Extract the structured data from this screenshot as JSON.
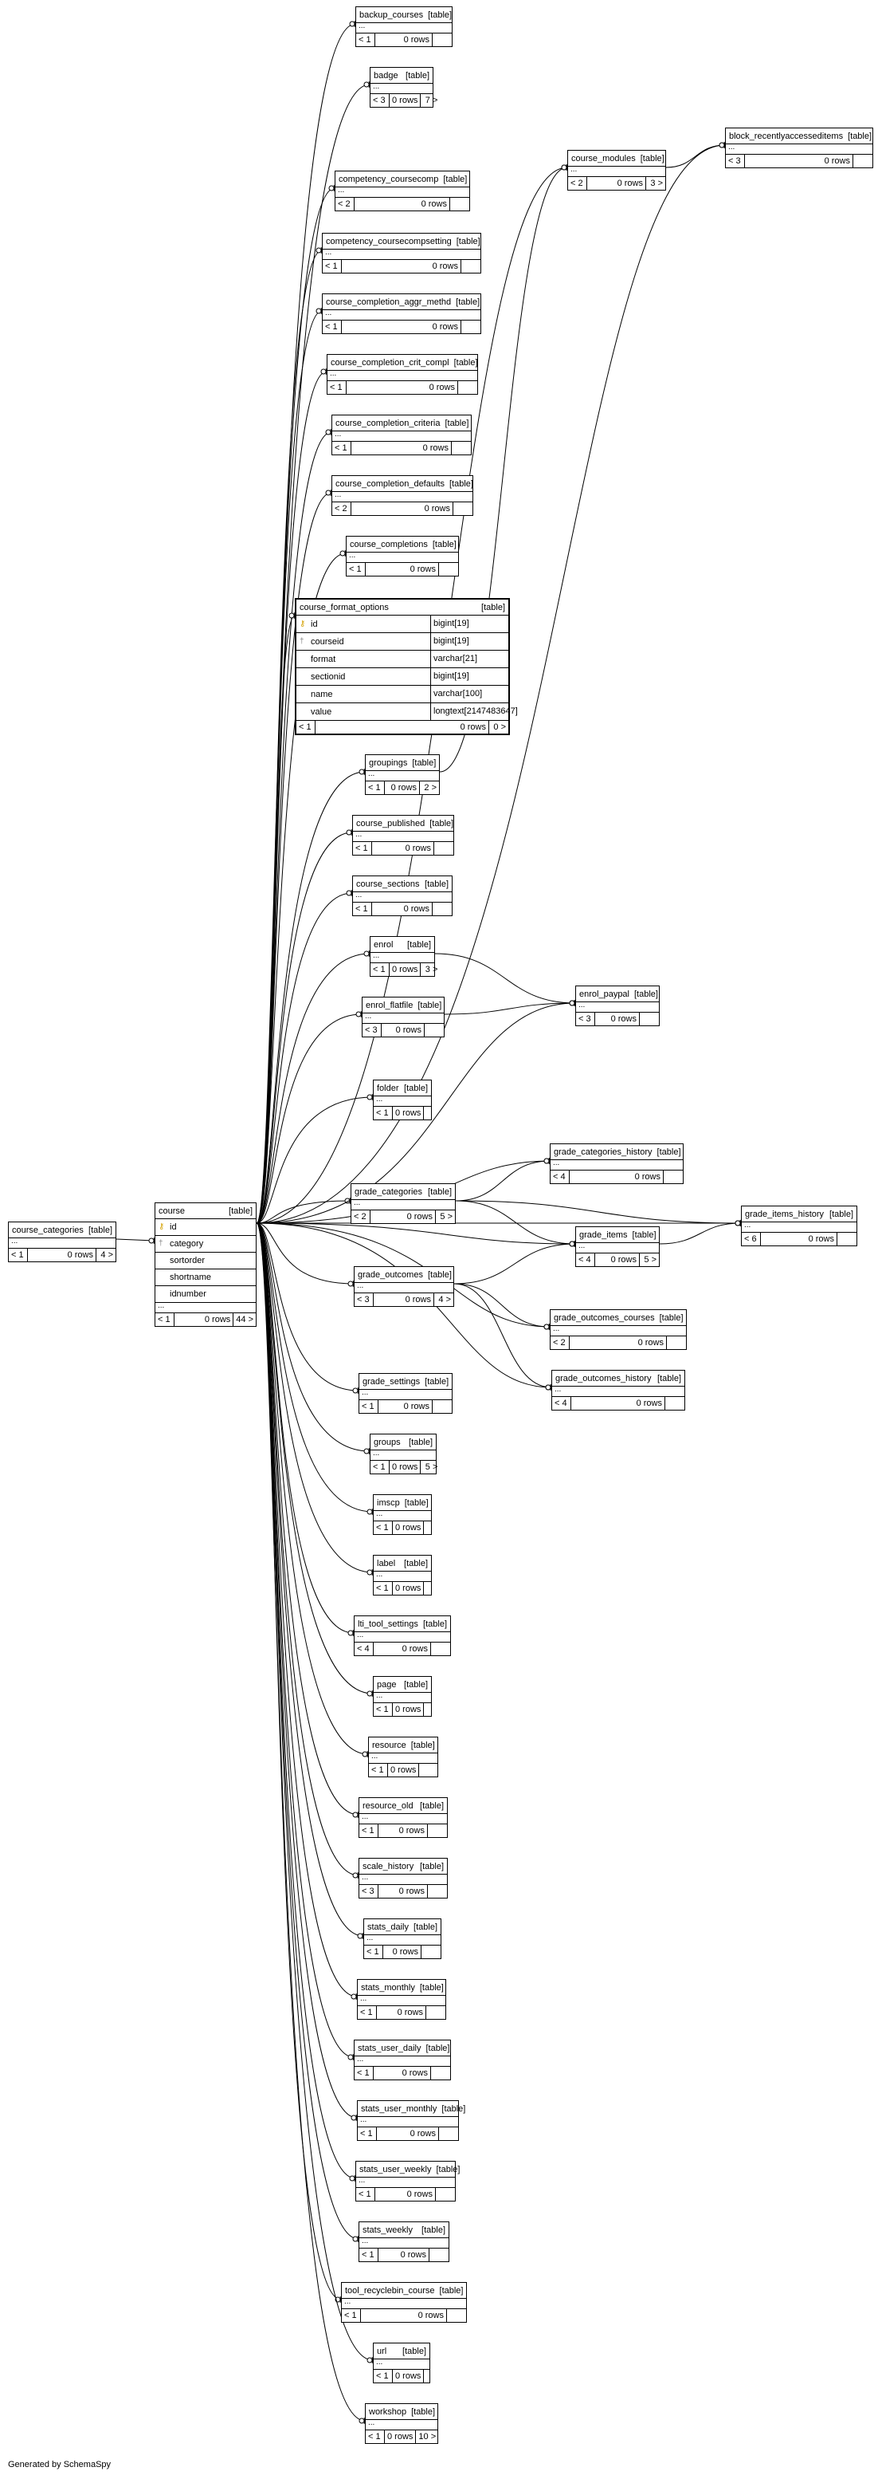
{
  "footer": "Generated by SchemaSpy",
  "table_tag": "[table]",
  "tables": [
    {
      "name": "backup_courses",
      "parents": "< 1",
      "rows": "0 rows",
      "children": ""
    },
    {
      "name": "badge",
      "parents": "< 3",
      "rows": "0 rows",
      "children": "7 >"
    },
    {
      "name": "block_recentlyaccesseditems",
      "parents": "< 3",
      "rows": "0 rows",
      "children": ""
    },
    {
      "name": "course_modules",
      "parents": "< 2",
      "rows": "0 rows",
      "children": "3 >"
    },
    {
      "name": "competency_coursecomp",
      "parents": "< 2",
      "rows": "0 rows",
      "children": ""
    },
    {
      "name": "competency_coursecompsetting",
      "parents": "< 1",
      "rows": "0 rows",
      "children": ""
    },
    {
      "name": "course_completion_aggr_methd",
      "parents": "< 1",
      "rows": "0 rows",
      "children": ""
    },
    {
      "name": "course_completion_crit_compl",
      "parents": "< 1",
      "rows": "0 rows",
      "children": ""
    },
    {
      "name": "course_completion_criteria",
      "parents": "< 1",
      "rows": "0 rows",
      "children": ""
    },
    {
      "name": "course_completion_defaults",
      "parents": "< 2",
      "rows": "0 rows",
      "children": ""
    },
    {
      "name": "course_completions",
      "parents": "< 1",
      "rows": "0 rows",
      "children": ""
    },
    {
      "name": "groupings",
      "parents": "< 1",
      "rows": "0 rows",
      "children": "2 >"
    },
    {
      "name": "course_published",
      "parents": "< 1",
      "rows": "0 rows",
      "children": ""
    },
    {
      "name": "course_sections",
      "parents": "< 1",
      "rows": "0 rows",
      "children": ""
    },
    {
      "name": "enrol",
      "parents": "< 1",
      "rows": "0 rows",
      "children": "3 >"
    },
    {
      "name": "enrol_flatfile",
      "parents": "< 3",
      "rows": "0 rows",
      "children": ""
    },
    {
      "name": "enrol_paypal",
      "parents": "< 3",
      "rows": "0 rows",
      "children": ""
    },
    {
      "name": "folder",
      "parents": "< 1",
      "rows": "0 rows",
      "children": ""
    },
    {
      "name": "grade_categories_history",
      "parents": "< 4",
      "rows": "0 rows",
      "children": ""
    },
    {
      "name": "grade_categories",
      "parents": "< 2",
      "rows": "0 rows",
      "children": "5 >"
    },
    {
      "name": "grade_items_history",
      "parents": "< 6",
      "rows": "0 rows",
      "children": ""
    },
    {
      "name": "grade_items",
      "parents": "< 4",
      "rows": "0 rows",
      "children": "5 >"
    },
    {
      "name": "grade_outcomes",
      "parents": "< 3",
      "rows": "0 rows",
      "children": "4 >"
    },
    {
      "name": "grade_outcomes_courses",
      "parents": "< 2",
      "rows": "0 rows",
      "children": ""
    },
    {
      "name": "grade_outcomes_history",
      "parents": "< 4",
      "rows": "0 rows",
      "children": ""
    },
    {
      "name": "grade_settings",
      "parents": "< 1",
      "rows": "0 rows",
      "children": ""
    },
    {
      "name": "groups",
      "parents": "< 1",
      "rows": "0 rows",
      "children": "5 >"
    },
    {
      "name": "imscp",
      "parents": "< 1",
      "rows": "0 rows",
      "children": ""
    },
    {
      "name": "label",
      "parents": "< 1",
      "rows": "0 rows",
      "children": ""
    },
    {
      "name": "lti_tool_settings",
      "parents": "< 4",
      "rows": "0 rows",
      "children": ""
    },
    {
      "name": "page",
      "parents": "< 1",
      "rows": "0 rows",
      "children": ""
    },
    {
      "name": "resource",
      "parents": "< 1",
      "rows": "0 rows",
      "children": ""
    },
    {
      "name": "resource_old",
      "parents": "< 1",
      "rows": "0 rows",
      "children": ""
    },
    {
      "name": "scale_history",
      "parents": "< 3",
      "rows": "0 rows",
      "children": ""
    },
    {
      "name": "stats_daily",
      "parents": "< 1",
      "rows": "0 rows",
      "children": ""
    },
    {
      "name": "stats_monthly",
      "parents": "< 1",
      "rows": "0 rows",
      "children": ""
    },
    {
      "name": "stats_user_daily",
      "parents": "< 1",
      "rows": "0 rows",
      "children": ""
    },
    {
      "name": "stats_user_monthly",
      "parents": "< 1",
      "rows": "0 rows",
      "children": ""
    },
    {
      "name": "stats_user_weekly",
      "parents": "< 1",
      "rows": "0 rows",
      "children": ""
    },
    {
      "name": "stats_weekly",
      "parents": "< 1",
      "rows": "0 rows",
      "children": ""
    },
    {
      "name": "tool_recyclebin_course",
      "parents": "< 1",
      "rows": "0 rows",
      "children": ""
    },
    {
      "name": "url",
      "parents": "< 1",
      "rows": "0 rows",
      "children": ""
    },
    {
      "name": "workshop",
      "parents": "< 1",
      "rows": "0 rows",
      "children": "10 >"
    },
    {
      "name": "course_categories",
      "parents": "< 1",
      "rows": "0 rows",
      "children": "4 >"
    }
  ],
  "course_table": {
    "name": "course",
    "columns": [
      {
        "name": "id",
        "key": "pk"
      },
      {
        "name": "category",
        "key": "fk"
      },
      {
        "name": "sortorder",
        "key": ""
      },
      {
        "name": "shortname",
        "key": ""
      },
      {
        "name": "idnumber",
        "key": ""
      }
    ],
    "parents": "< 1",
    "rows": "0 rows",
    "children": "44 >"
  },
  "format_options_table": {
    "name": "course_format_options",
    "columns": [
      {
        "name": "id",
        "type": "bigint[19]",
        "key": "pk"
      },
      {
        "name": "courseid",
        "type": "bigint[19]",
        "key": "fk"
      },
      {
        "name": "format",
        "type": "varchar[21]",
        "key": ""
      },
      {
        "name": "sectionid",
        "type": "bigint[19]",
        "key": ""
      },
      {
        "name": "name",
        "type": "varchar[100]",
        "key": ""
      },
      {
        "name": "value",
        "type": "longtext[2147483647]",
        "key": ""
      }
    ],
    "parents": "< 1",
    "rows": "0 rows",
    "children": "0 >"
  }
}
